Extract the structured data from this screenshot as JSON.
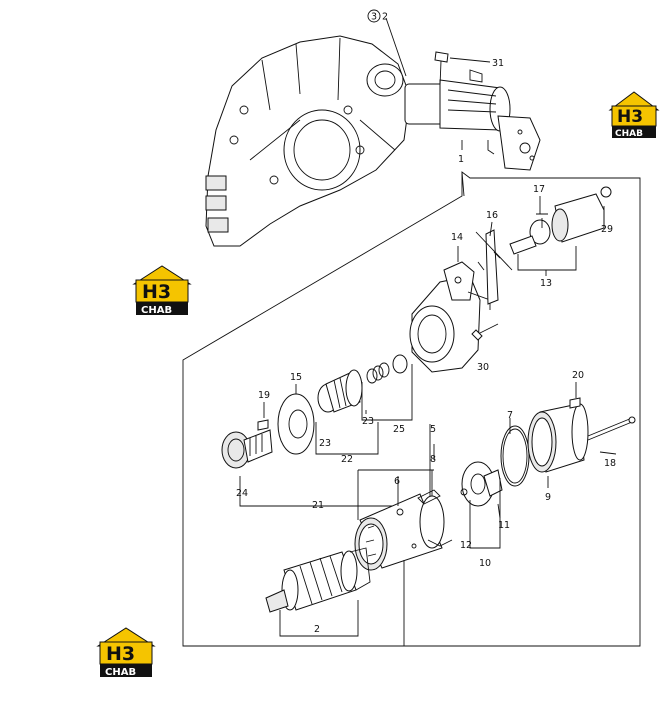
{
  "callouts": {
    "c1": "1",
    "c2": "2",
    "c3": "3",
    "c3b": "2",
    "c5": "5",
    "c6": "6",
    "c7": "7",
    "c8": "8",
    "c9": "9",
    "c10": "10",
    "c11": "11",
    "c12": "12",
    "c13": "13",
    "c14": "14",
    "c15": "15",
    "c16": "16",
    "c17": "17",
    "c18": "18",
    "c19": "19",
    "c20": "20",
    "c21": "21",
    "c22": "22",
    "c23a": "23",
    "c23b": "23",
    "c24": "24",
    "c25": "25",
    "c29": "29",
    "c30": "30",
    "c31": "31"
  },
  "watermark": {
    "mark": "H3",
    "word": "CHAB",
    "brand_yellow": "#f5c400",
    "brand_black": "#111111"
  }
}
